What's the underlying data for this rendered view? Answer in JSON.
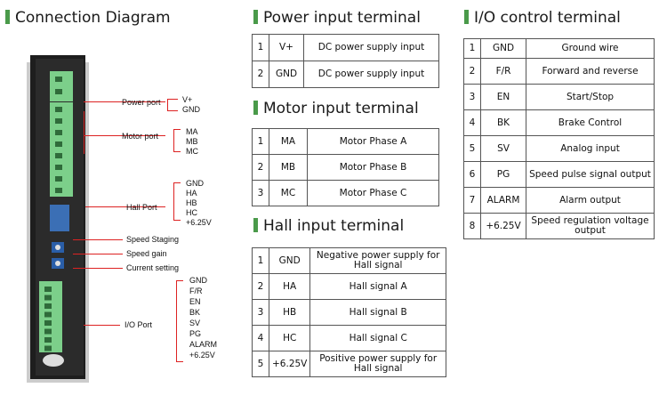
{
  "diagram": {
    "title": "Connection Diagram",
    "ports": {
      "power": {
        "label": "Power port",
        "pins": [
          "V+",
          "GND"
        ]
      },
      "motor": {
        "label": "Motor port",
        "pins": [
          "MA",
          "MB",
          "MC"
        ]
      },
      "hall": {
        "label": "Hall Port",
        "pins": [
          "GND",
          "HA",
          "HB",
          "HC",
          "+6.25V"
        ]
      },
      "speed_staging": "Speed Staging",
      "speed_gain": "Speed gain",
      "current_setting": "Current setting",
      "io": {
        "label": "I/O Port",
        "pins": [
          "GND",
          "F/R",
          "EN",
          "BK",
          "SV",
          "PG",
          "ALARM",
          "+6.25V"
        ]
      }
    },
    "colors": {
      "accent": "#4a9a4a",
      "callout": "#dd2222",
      "terminal": "#7ccf8a",
      "device": "#1e1e1e"
    }
  },
  "power_table": {
    "title": "Power input terminal",
    "rows": [
      {
        "num": "1",
        "name": "V+",
        "desc": "DC power supply input"
      },
      {
        "num": "2",
        "name": "GND",
        "desc": "DC power supply input"
      }
    ]
  },
  "motor_table": {
    "title": "Motor input terminal",
    "rows": [
      {
        "num": "1",
        "name": "MA",
        "desc": "Motor Phase A"
      },
      {
        "num": "2",
        "name": "MB",
        "desc": "Motor Phase B"
      },
      {
        "num": "3",
        "name": "MC",
        "desc": "Motor Phase C"
      }
    ]
  },
  "hall_table": {
    "title": "Hall input terminal",
    "rows": [
      {
        "num": "1",
        "name": "GND",
        "desc": "Negative power supply for Hall signal"
      },
      {
        "num": "2",
        "name": "HA",
        "desc": "Hall signal A"
      },
      {
        "num": "3",
        "name": "HB",
        "desc": "Hall signal B"
      },
      {
        "num": "4",
        "name": "HC",
        "desc": "Hall signal C"
      },
      {
        "num": "5",
        "name": "+6.25V",
        "desc": "Positive power supply for Hall signal"
      }
    ]
  },
  "io_table": {
    "title": "I/O control terminal",
    "rows": [
      {
        "num": "1",
        "name": "GND",
        "desc": "Ground wire"
      },
      {
        "num": "2",
        "name": "F/R",
        "desc": "Forward and reverse"
      },
      {
        "num": "3",
        "name": "EN",
        "desc": "Start/Stop"
      },
      {
        "num": "4",
        "name": "BK",
        "desc": "Brake Control"
      },
      {
        "num": "5",
        "name": "SV",
        "desc": "Analog input"
      },
      {
        "num": "6",
        "name": "PG",
        "desc": "Speed pulse signal output"
      },
      {
        "num": "7",
        "name": "ALARM",
        "desc": "Alarm output"
      },
      {
        "num": "8",
        "name": "+6.25V",
        "desc": "Speed regulation voltage output"
      }
    ]
  }
}
